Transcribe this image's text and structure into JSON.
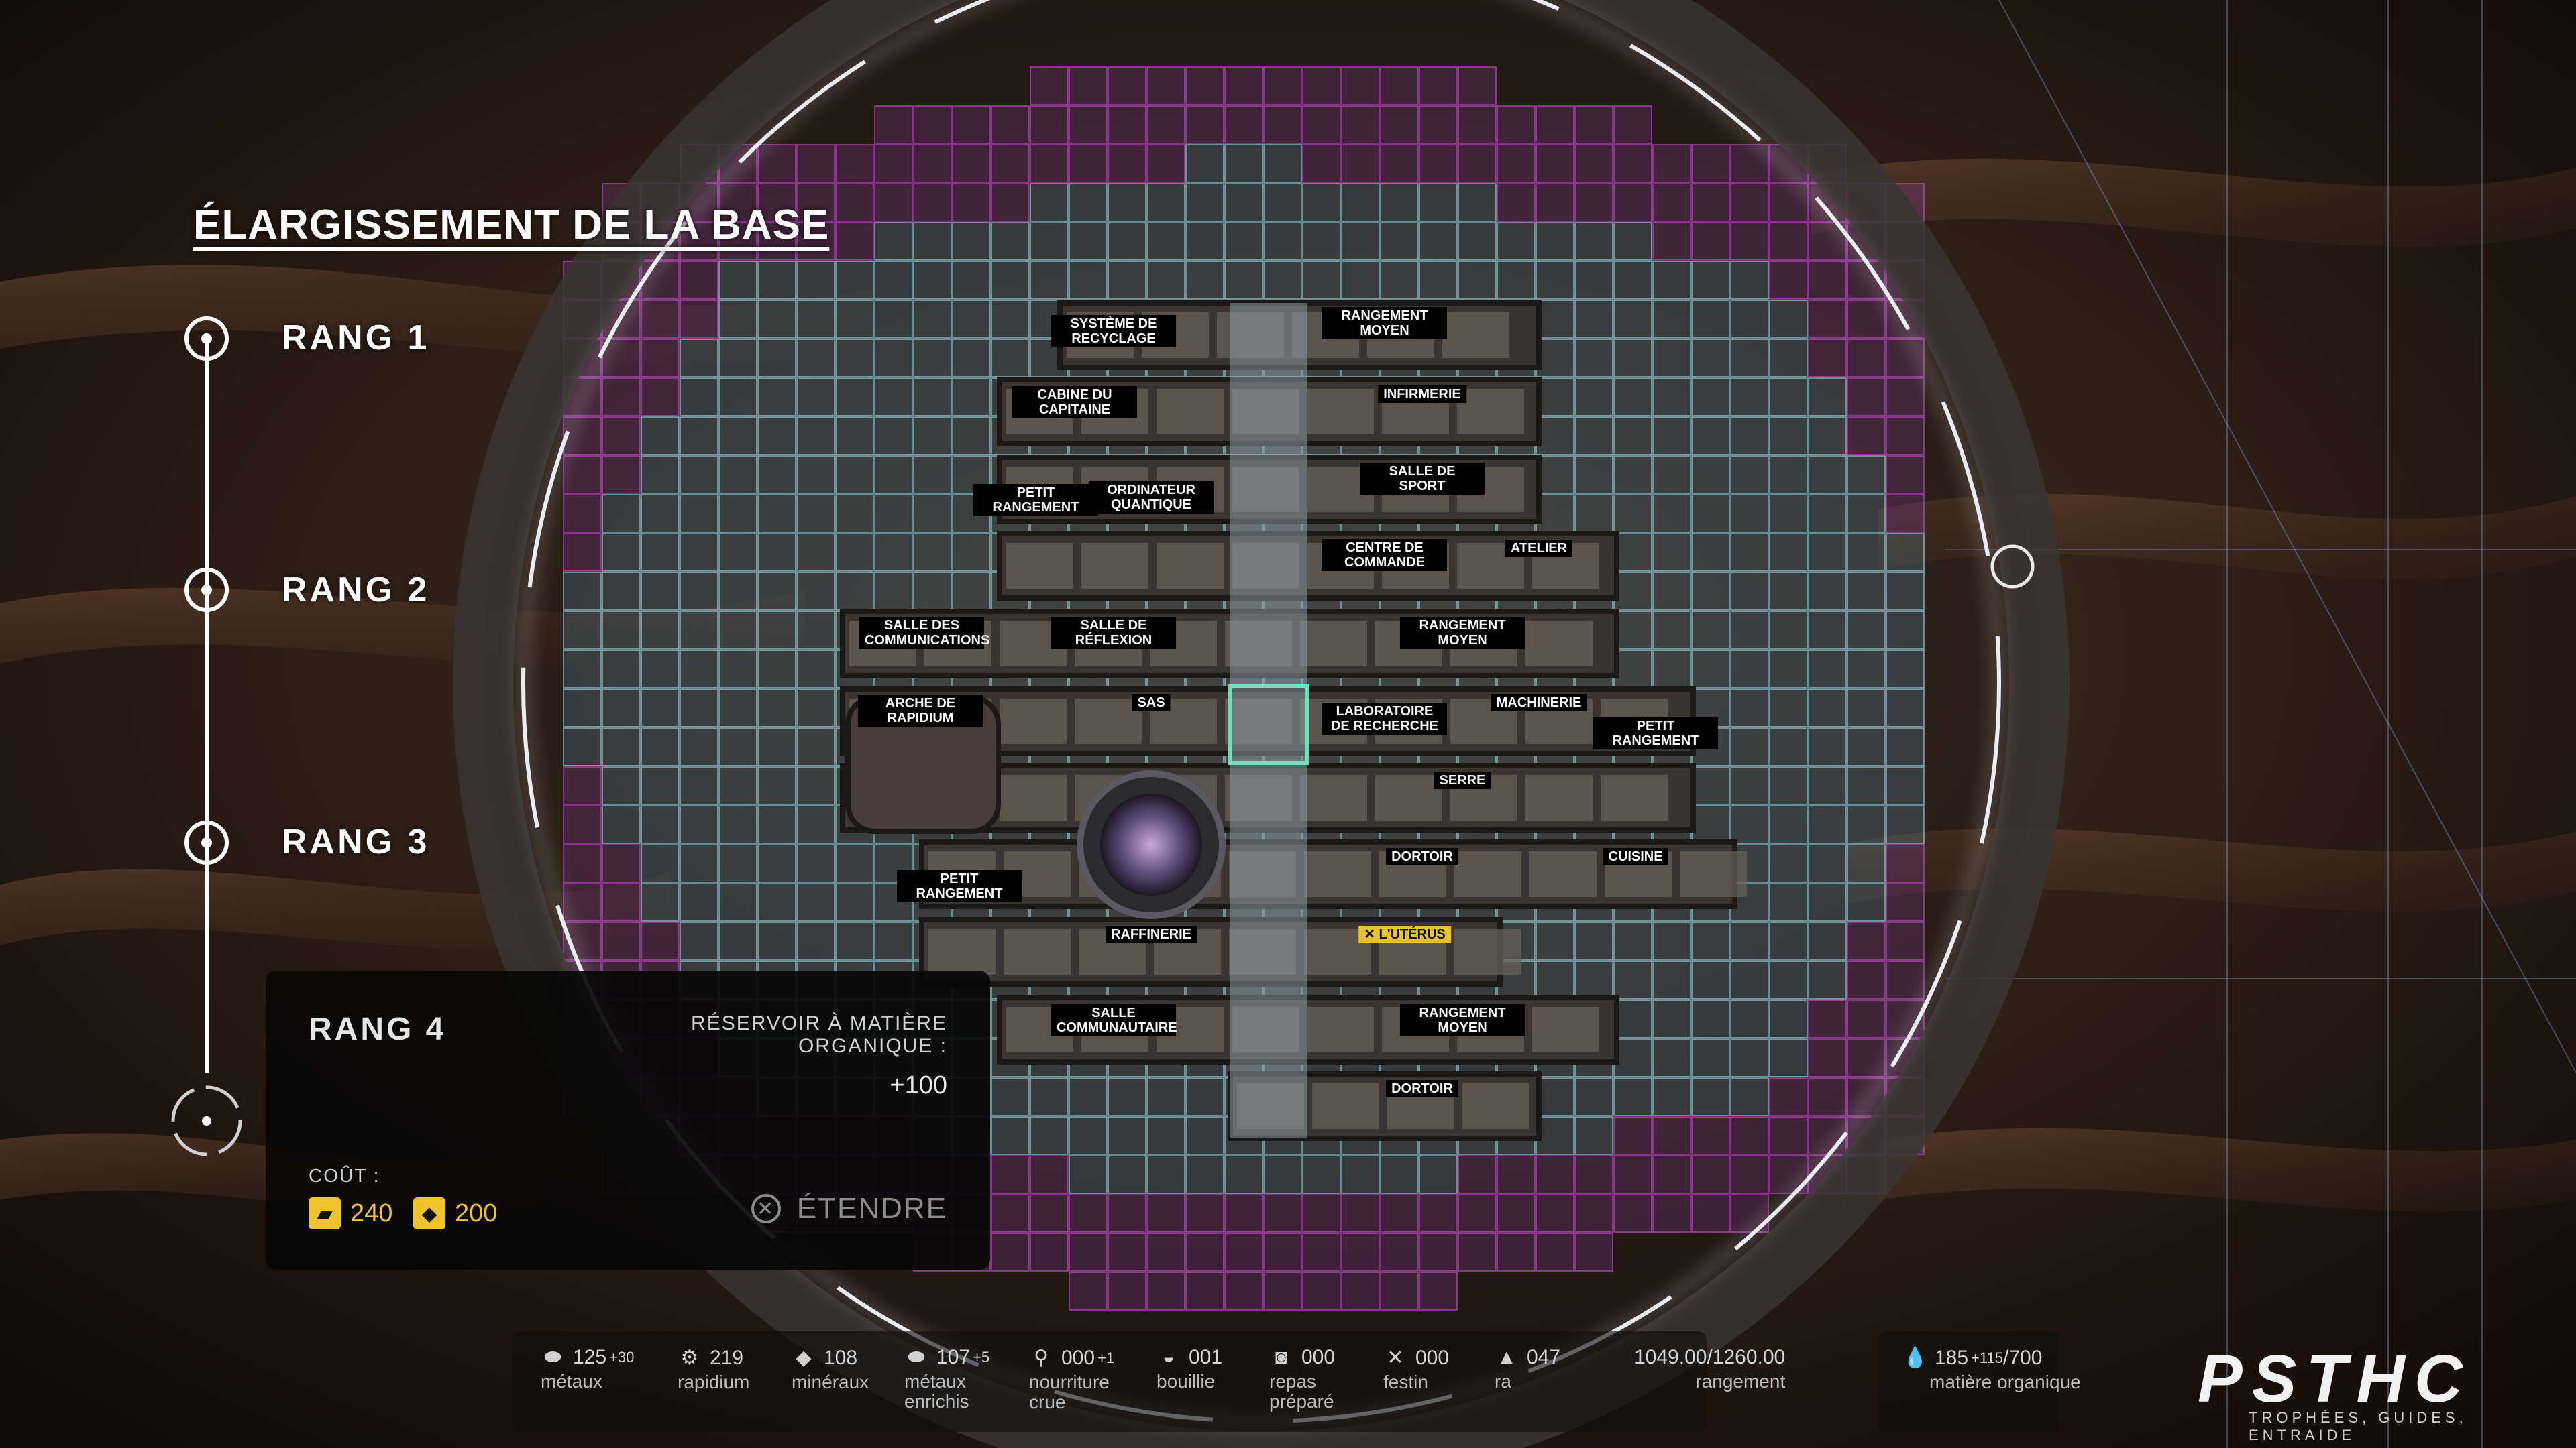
{
  "screen": {
    "title": "ÉLARGISSEMENT DE LA BASE",
    "ranks": [
      {
        "label": "RANG 1",
        "unlocked": true
      },
      {
        "label": "RANG 2",
        "unlocked": true
      },
      {
        "label": "RANG 3",
        "unlocked": true
      },
      {
        "label": "RANG 4",
        "unlocked": false
      }
    ]
  },
  "panel": {
    "rank": "RANG 4",
    "reservoir_label": "RÉSERVOIR À MATIÈRE ORGANIQUE :",
    "reservoir_value": "+100",
    "cost_label": "COÛT :",
    "costs": [
      {
        "icon": "metal-icon",
        "value": "240"
      },
      {
        "icon": "rapidium-icon",
        "value": "200"
      }
    ],
    "extend_label": "ÉTENDRE",
    "extend_button": "✕"
  },
  "rooms": [
    "SYSTÈME DE RECYCLAGE",
    "RANGEMENT MOYEN",
    "CABINE DU CAPITAINE",
    "INFIRMERIE",
    "SALLE DE SPORT",
    "PETIT RANGEMENT",
    "ORDINATEUR QUANTIQUE",
    "CENTRE DE COMMANDE",
    "ATELIER",
    "SALLE DES COMMUNICATIONS",
    "SALLE DE RÉFLEXION",
    "RANGEMENT MOYEN",
    "ARCHE DE RAPIDIUM",
    "SAS",
    "LABORATOIRE DE RECHERCHE",
    "MACHINERIE",
    "PETIT RANGEMENT",
    "SERRE",
    "DORTOIR",
    "CUISINE",
    "PETIT RANGEMENT",
    "RAFFINERIE",
    "✕ L'UTÉRUS",
    "SALLE COMMUNAUTAIRE",
    "RANGEMENT MOYEN",
    "DORTOIR"
  ],
  "resources": [
    {
      "icon": "metal-icon",
      "value": "125",
      "bonus": "+30",
      "name": "métaux"
    },
    {
      "icon": "gear-icon",
      "value": "219",
      "bonus": "",
      "name": "rapidium"
    },
    {
      "icon": "crystal-icon",
      "value": "108",
      "bonus": "",
      "name": "minéraux"
    },
    {
      "icon": "enriched-metal-icon",
      "value": "107",
      "bonus": "+5",
      "name": "métaux enrichis"
    },
    {
      "icon": "drumstick-icon",
      "value": "000",
      "bonus": "+1",
      "name": "nourriture crue"
    },
    {
      "icon": "bowl-icon",
      "value": "001",
      "bonus": "",
      "name": "bouillie"
    },
    {
      "icon": "meal-icon",
      "value": "000",
      "bonus": "",
      "name": "repas préparé"
    },
    {
      "icon": "cutlery-icon",
      "value": "000",
      "bonus": "",
      "name": "festin"
    },
    {
      "icon": "ration-icon",
      "value": "047",
      "bonus": "",
      "name": "ra"
    }
  ],
  "storage": {
    "value": "1049.00/1260.00",
    "name": "rangement"
  },
  "organic": {
    "icon": "droplet-icon",
    "value": "185",
    "bonus": "+115",
    "max": "/700",
    "name": "matière organique"
  },
  "watermark": {
    "logo": "PSTHC",
    "tagline": "TROPHÉES, GUIDES, ENTRAIDE"
  },
  "colors": {
    "accent": "#f0c22d",
    "grid_cyan": "#9fe3f2",
    "grid_magenta": "#d24de0",
    "panel_bg": "#080808"
  }
}
